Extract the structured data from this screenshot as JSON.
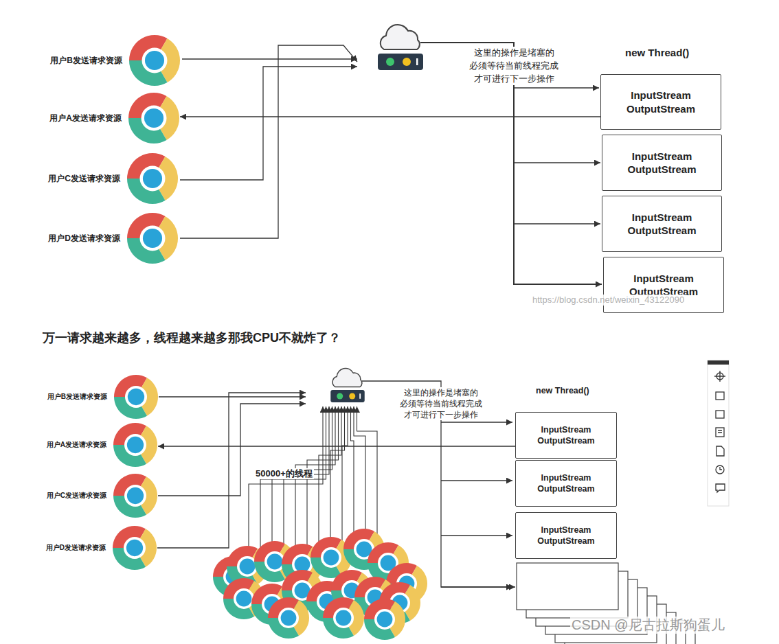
{
  "diagram": {
    "nodes": [
      {
        "text": [
          "用户B发送请求资源"
        ]
      },
      {
        "text": [
          "用户A发送请求资源"
        ]
      },
      {
        "text": [
          "用户C发送请求资源"
        ]
      },
      {
        "text": [
          "用户D发送请求资源"
        ]
      },
      {
        "text": [
          "InputStream OutputStream"
        ]
      },
      {
        "text": [
          "InputStream OutputStream"
        ]
      },
      {
        "text": [
          "InputStream OutputStream"
        ]
      },
      {
        "text": [
          "InputStream OutputStream"
        ]
      },
      {
        "text": [
          "用户B发送请求资源"
        ]
      },
      {
        "text": [
          "用户A发送请求资源"
        ]
      },
      {
        "text": [
          "用户C发送请求资源"
        ]
      },
      {
        "text": [
          "用户D发送请求资源"
        ]
      },
      {
        "text": [
          "InputStream OutputStream"
        ]
      },
      {
        "text": [
          "InputStream OutputStream"
        ]
      },
      {
        "text": [
          "InputStream OutputStream"
        ]
      }
    ],
    "edges": [
      {
        "from": 4,
        "to": 1,
        "arrow": "to"
      },
      {
        "from": 12,
        "to": 9,
        "arrow": "to"
      }
    ],
    "labels": [
      "这里的操作是堵塞的 必须等待当前线程完成 才可进行下一步操作",
      "new Thread()",
      "https://blog.csdn.net/weixin_43122090",
      "万一请求越来越多，线程越来越多那我CPU不就炸了？",
      "这里的操作是堵塞的 必须等待当前线程完成 才可进行下一步操作",
      "new Thread()",
      "50000+的线程",
      "CSDN @尼古拉斯狗蛋儿"
    ]
  }
}
